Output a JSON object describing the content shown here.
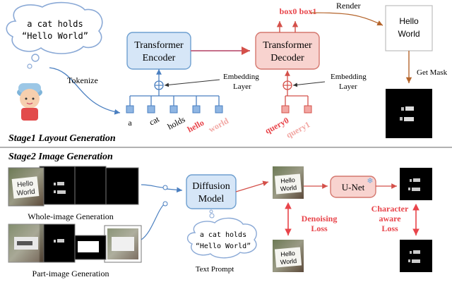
{
  "stage1": {
    "title": "Stage1 Layout Generation",
    "prompt_bubble": [
      "a cat holds",
      "“Hello World”"
    ],
    "tokenize_label": "Tokenize",
    "encoder_label": [
      "Transformer",
      "Encoder"
    ],
    "decoder_label": [
      "Transformer",
      "Decoder"
    ],
    "embedding_label_left": [
      "Embedding",
      "Layer"
    ],
    "embedding_label_right": [
      "Embedding",
      "Layer"
    ],
    "tokens": [
      "a",
      "cat",
      "holds",
      "hello",
      "world"
    ],
    "queries": [
      "query0",
      "query1"
    ],
    "boxes": [
      "box0",
      "box1"
    ],
    "render_label": "Render",
    "render_text": [
      "Hello",
      "World"
    ],
    "get_mask_label": "Get Mask"
  },
  "stage2": {
    "title": "Stage2 Image Generation",
    "whole_image_label": "Whole-image Generation",
    "part_image_label": "Part-image Generation",
    "diffusion_label": [
      "Diffusion",
      "Model"
    ],
    "unet_label": "U-Net",
    "prompt_bubble": [
      "a cat holds",
      "“Hello World”"
    ],
    "text_prompt_label": "Text Prompt",
    "denoising_loss": [
      "Denoising",
      "Loss"
    ],
    "char_loss": [
      "Character",
      "aware",
      "Loss"
    ],
    "sign_text": [
      "Hello",
      "World"
    ]
  },
  "colors": {
    "encoder_fill": "#d6e6f7",
    "encoder_stroke": "#6e9fd0",
    "decoder_fill": "#f8d3cf",
    "decoder_stroke": "#d4776e",
    "accent_red": "#e8444a",
    "token_blue": "#8fb6e3",
    "token_red": "#f2a7a3",
    "arrow_brown": "#b5652c"
  }
}
